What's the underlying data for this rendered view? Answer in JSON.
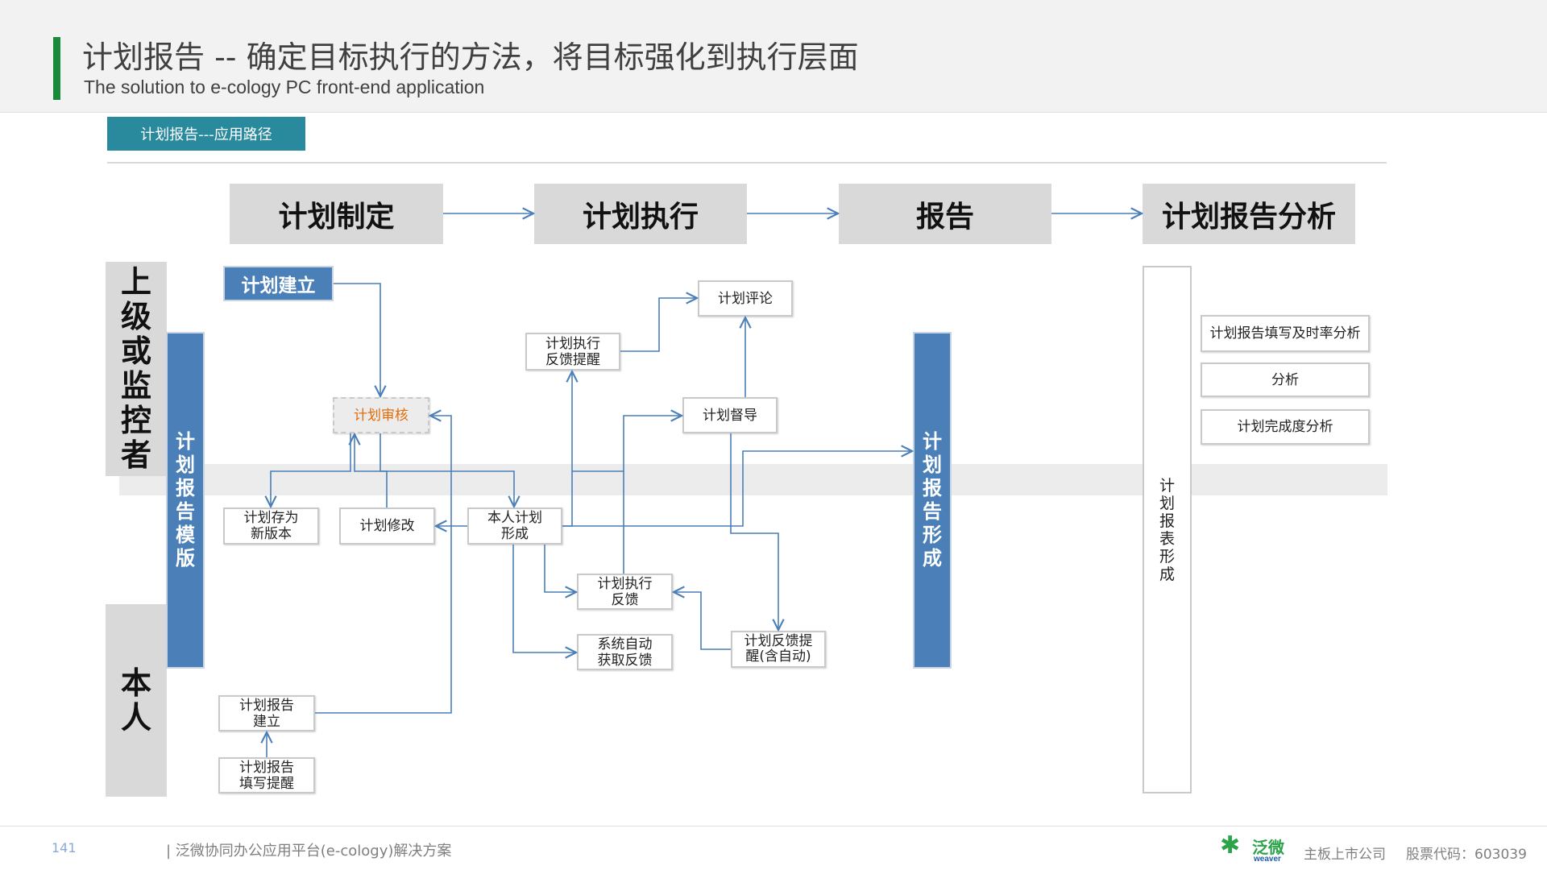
{
  "header": {
    "title": "计划报告 -- 确定目标执行的方法，将目标强化到执行层面",
    "subtitle": "The solution to e-cology PC front-end application"
  },
  "section_tag": "计划报告---应用路径",
  "phases": [
    "计划制定",
    "计划执行",
    "报告",
    "计划报告分析"
  ],
  "roles": {
    "upper": "上级或监控者",
    "self": "本人"
  },
  "vertical_bars": {
    "template": "计划报告模版",
    "report_form": "计划报告形成",
    "table_form": "计划报表形成"
  },
  "nodes": {
    "plan_create": "计划建立",
    "plan_review": "计划审核",
    "save_version": "计划存为新版本",
    "plan_modify": "计划修改",
    "own_plan": "本人计划形成",
    "exec_feedback_remind": "计划执行反馈提醒",
    "plan_comment": "计划评论",
    "plan_supervise": "计划督导",
    "exec_feedback": "计划执行反馈",
    "auto_feedback": "系统自动获取反馈",
    "feedback_remind_auto": "计划反馈提醒(含自动)",
    "report_create": "计划报告建立",
    "report_fill_remind": "计划报告填写提醒"
  },
  "analysis_items": [
    "计划报告填写及时率分析",
    "分析",
    "计划完成度分析"
  ],
  "footer": {
    "page": "141",
    "text": "| 泛微协同办公应用平台(e-cology)解决方案",
    "logo_cn": "泛微",
    "logo_en": "weaver",
    "company": "主板上市公司",
    "stock": "股票代码：603039"
  },
  "colors": {
    "accent": "#1a8a3a",
    "tag": "#2a8a9d",
    "bar_blue": "#4a7fb8",
    "arrow": "#4a7fb8",
    "highlight_text": "#e36c0a"
  },
  "icons": {
    "logo": "weaver-leaf-icon"
  }
}
